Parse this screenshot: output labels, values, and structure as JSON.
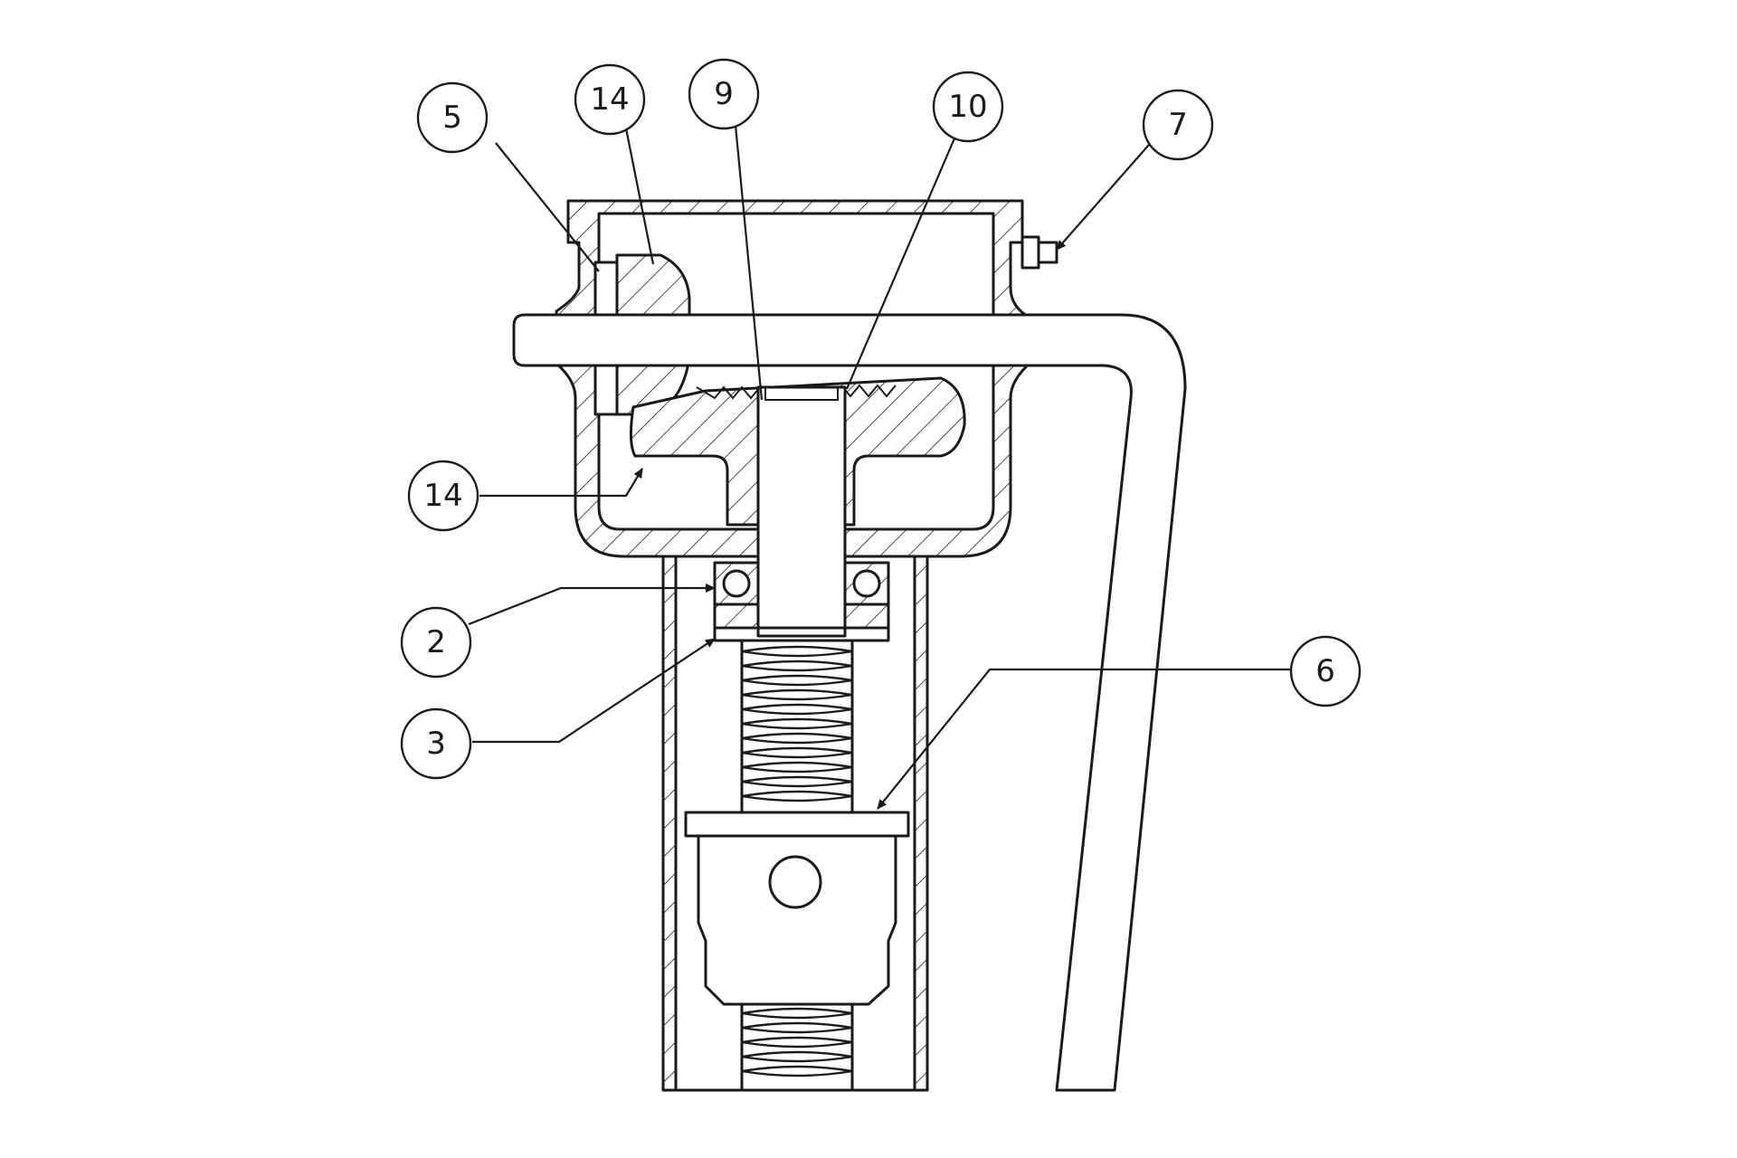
{
  "figure": {
    "callouts": [
      {
        "id": "callout-5",
        "label": "5"
      },
      {
        "id": "callout-14-top",
        "label": "14"
      },
      {
        "id": "callout-9",
        "label": "9"
      },
      {
        "id": "callout-10",
        "label": "10"
      },
      {
        "id": "callout-7",
        "label": "7"
      },
      {
        "id": "callout-14-left",
        "label": "14"
      },
      {
        "id": "callout-2",
        "label": "2"
      },
      {
        "id": "callout-3",
        "label": "3"
      },
      {
        "id": "callout-6",
        "label": "6"
      }
    ]
  },
  "colors": {
    "line": "#1a1a1a",
    "background": "#ffffff"
  }
}
